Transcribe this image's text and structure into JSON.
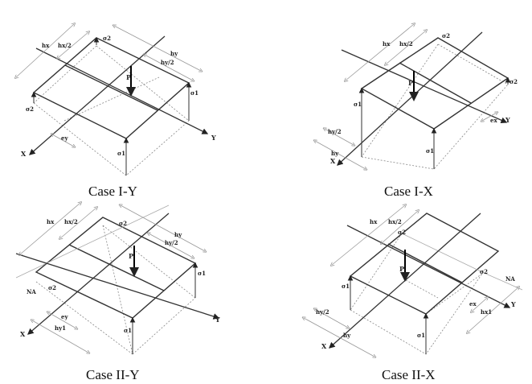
{
  "panels": [
    {
      "caption": "Case I-Y",
      "load": "P",
      "x": "X",
      "y": "Y",
      "s1": "σ1",
      "s2": "σ2",
      "hx": "hx",
      "hx2": "hx/2",
      "hy": "hy",
      "hy2": "hy/2",
      "e": "ey"
    },
    {
      "caption": "Case I-X",
      "load": "P",
      "x": "X",
      "y": "Y",
      "s1": "σ1",
      "s2": "σ2",
      "hx": "hx",
      "hx2": "hx/2",
      "hy": "hy",
      "hy2": "hy/2",
      "e": "ex"
    },
    {
      "caption": "Case II-Y",
      "load": "P",
      "x": "X",
      "y": "Y",
      "s1": "σ1",
      "s2": "σ2",
      "hx": "hx",
      "hx2": "hx/2",
      "hy": "hy",
      "hy2": "hy/2",
      "e": "ey",
      "na": "NA",
      "h1": "hy1"
    },
    {
      "caption": "Case II-X",
      "load": "P",
      "x": "X",
      "y": "Y",
      "s1": "σ1",
      "s2": "σ2",
      "hx": "hx",
      "hx2": "hx/2",
      "hy": "hy",
      "hy2": "hy/2",
      "e": "ex",
      "na": "NA",
      "h1": "hx1"
    }
  ]
}
